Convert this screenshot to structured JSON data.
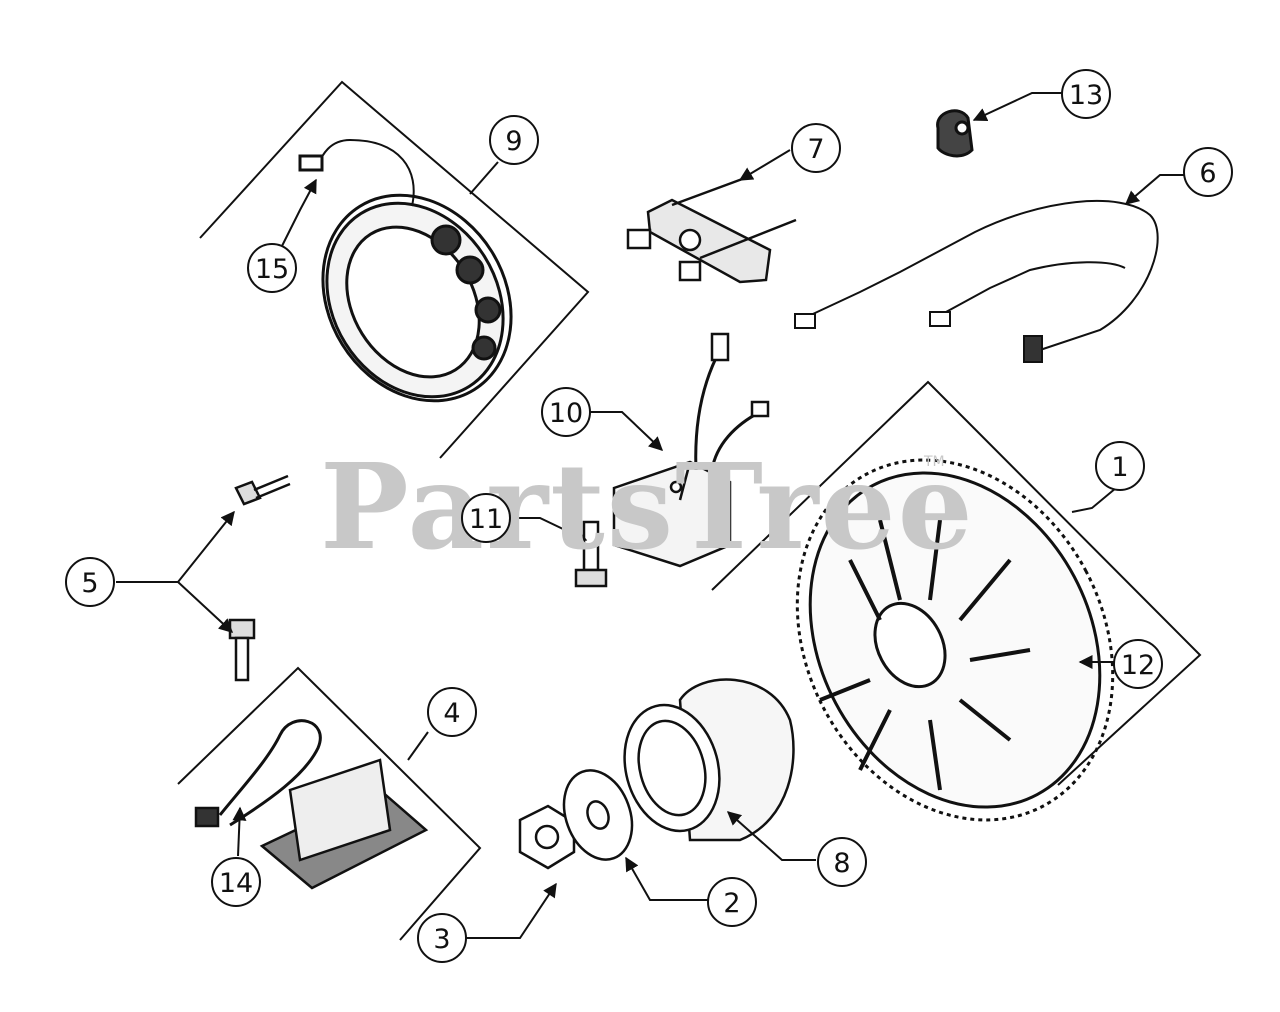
{
  "watermark": {
    "text": "PartsTree",
    "mark": "TM"
  },
  "callouts": [
    {
      "id": "1",
      "label": "1"
    },
    {
      "id": "2",
      "label": "2"
    },
    {
      "id": "3",
      "label": "3"
    },
    {
      "id": "4",
      "label": "4"
    },
    {
      "id": "5",
      "label": "5"
    },
    {
      "id": "6",
      "label": "6"
    },
    {
      "id": "7",
      "label": "7"
    },
    {
      "id": "8",
      "label": "8"
    },
    {
      "id": "9",
      "label": "9"
    },
    {
      "id": "10",
      "label": "10"
    },
    {
      "id": "11",
      "label": "11"
    },
    {
      "id": "12",
      "label": "12"
    },
    {
      "id": "13",
      "label": "13"
    },
    {
      "id": "14",
      "label": "14"
    },
    {
      "id": "15",
      "label": "15"
    }
  ]
}
